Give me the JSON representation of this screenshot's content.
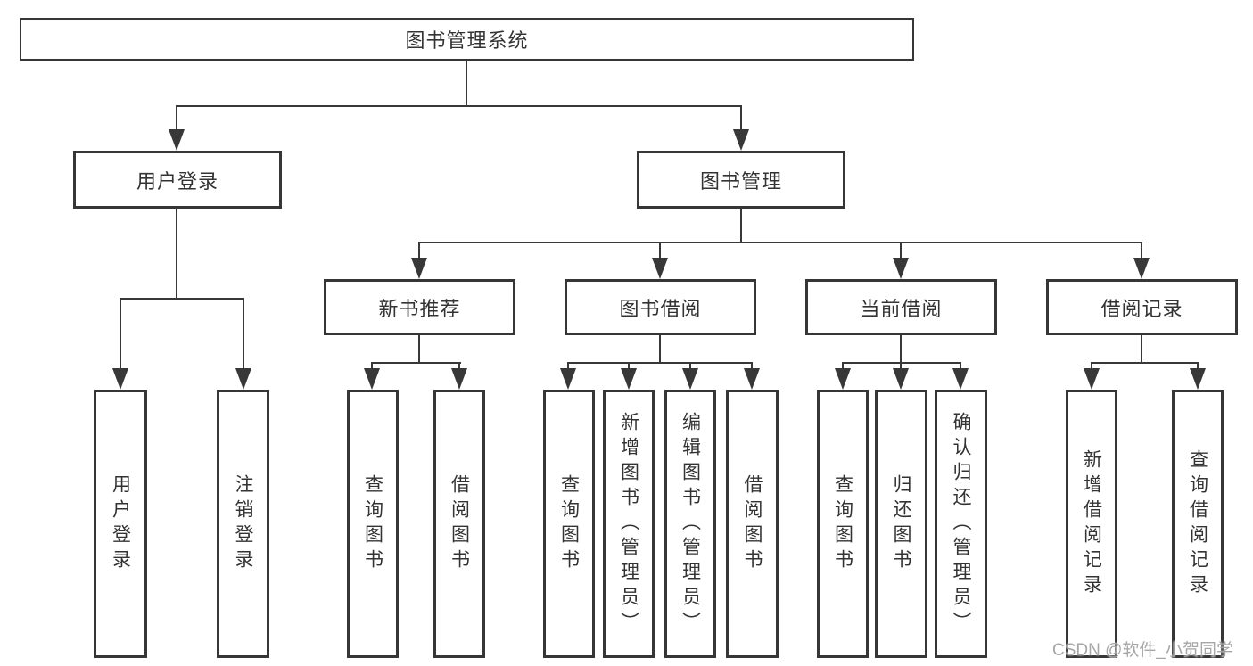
{
  "diagram": {
    "type": "hierarchy-tree",
    "colors": {
      "line": "#383838",
      "border": "#363636",
      "text": "#333333",
      "background": "#ffffff",
      "watermark": "#9e9e9e"
    },
    "tree": {
      "label": "图书管理系统",
      "children": [
        {
          "label": "用户登录",
          "children": [
            {
              "label": "用户登录"
            },
            {
              "label": "注销登录"
            }
          ]
        },
        {
          "label": "图书管理",
          "children": [
            {
              "label": "新书推荐",
              "children": [
                {
                  "label": "查询图书"
                },
                {
                  "label": "借阅图书"
                }
              ]
            },
            {
              "label": "图书借阅",
              "children": [
                {
                  "label": "查询图书"
                },
                {
                  "label": "新增图书（管理员）"
                },
                {
                  "label": "编辑图书（管理员）"
                },
                {
                  "label": "借阅图书"
                }
              ]
            },
            {
              "label": "当前借阅",
              "children": [
                {
                  "label": "查询图书"
                },
                {
                  "label": "归还图书"
                },
                {
                  "label": "确认归还（管理员）"
                }
              ]
            },
            {
              "label": "借阅记录",
              "children": [
                {
                  "label": "新增借阅记录"
                },
                {
                  "label": "查询借阅记录"
                }
              ]
            }
          ]
        }
      ]
    },
    "watermark": "CSDN @软件_小贺同学"
  }
}
